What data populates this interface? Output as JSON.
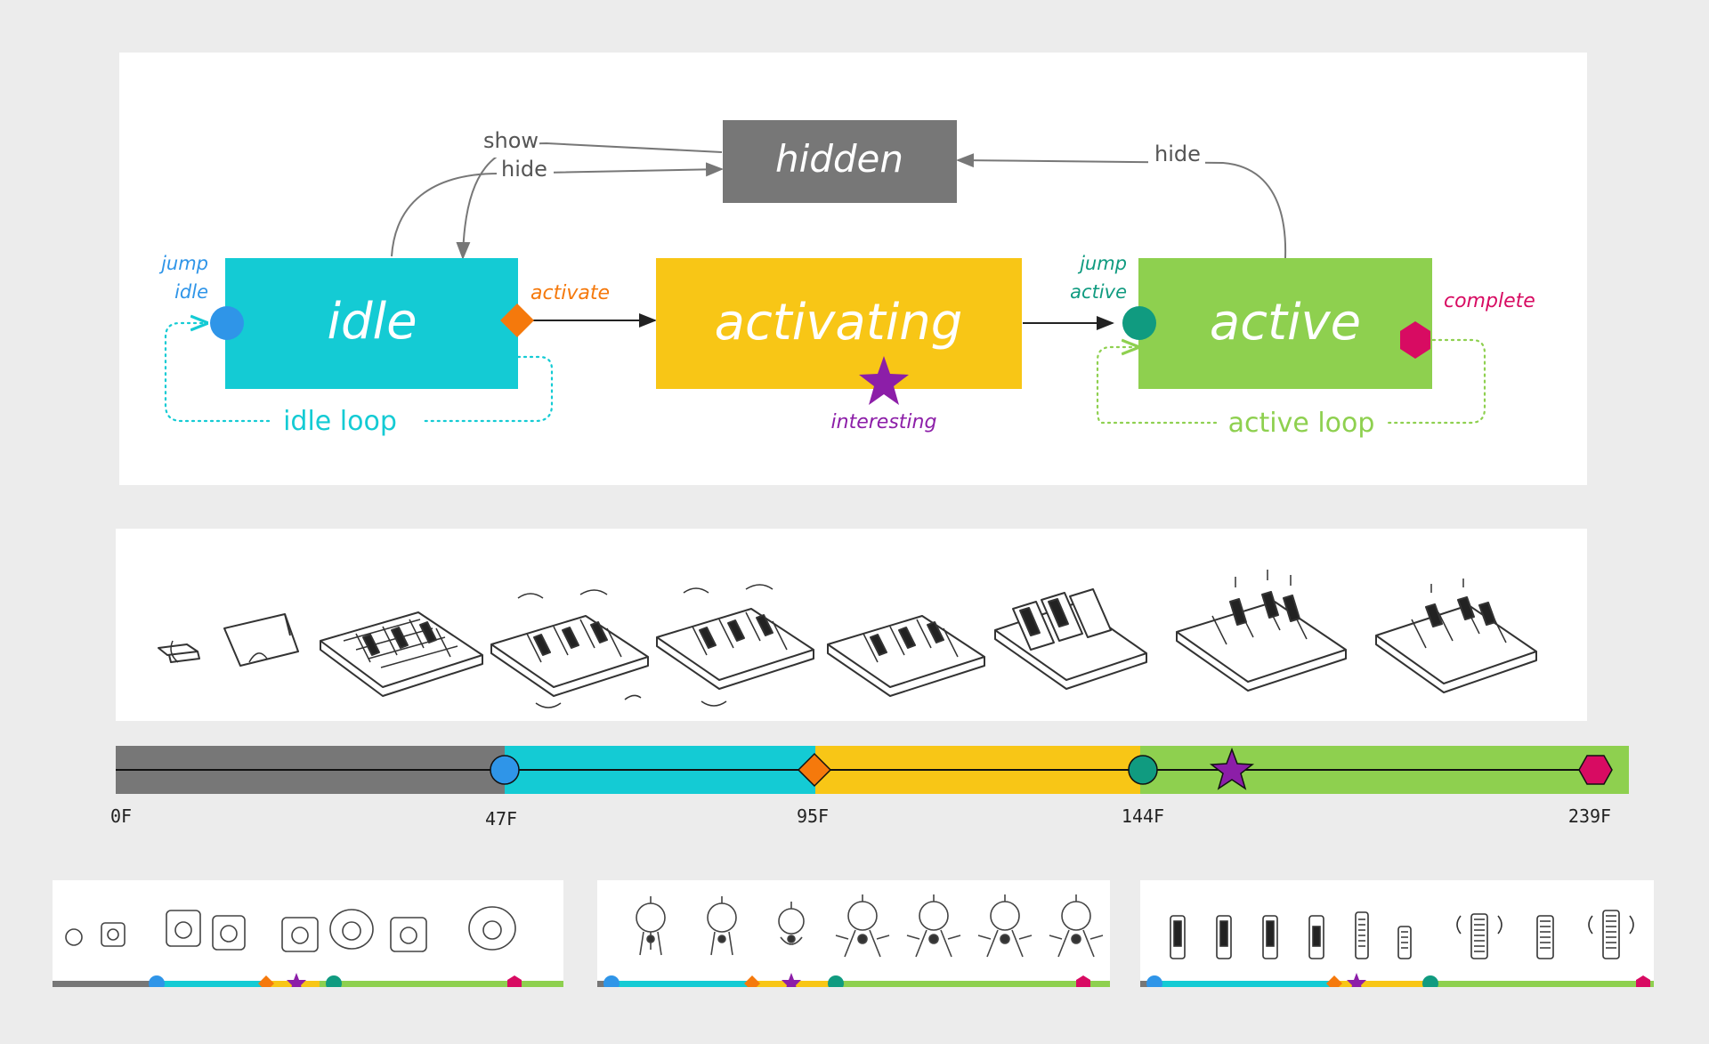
{
  "colors": {
    "hidden": "#777777",
    "idle": "#14cbd4",
    "activating": "#f8c616",
    "active": "#8ed04f",
    "jump_idle": "#2f95e8",
    "activate": "#f5790c",
    "interesting": "#8c1ea8",
    "jump_active": "#109b80",
    "complete": "#d80b62"
  },
  "states": {
    "hidden": "hidden",
    "idle": "idle",
    "activating": "activating",
    "active": "active"
  },
  "transitions": {
    "show": "show",
    "hide_left": "hide",
    "hide_right": "hide"
  },
  "markers": {
    "jump_idle_1": "jump",
    "jump_idle_2": "idle",
    "activate": "activate",
    "interesting": "interesting",
    "jump_active_1": "jump",
    "jump_active_2": "active",
    "complete": "complete"
  },
  "loops": {
    "idle_loop": "idle loop",
    "active_loop": "active loop"
  },
  "frames": {
    "f0": "0F",
    "f47": "47F",
    "f95": "95F",
    "f144": "144F",
    "f239": "239F"
  },
  "icons": [
    "jump-idle-circle-icon",
    "activate-diamond-icon",
    "interesting-star-icon",
    "jump-active-circle-icon",
    "complete-hexagon-icon"
  ]
}
